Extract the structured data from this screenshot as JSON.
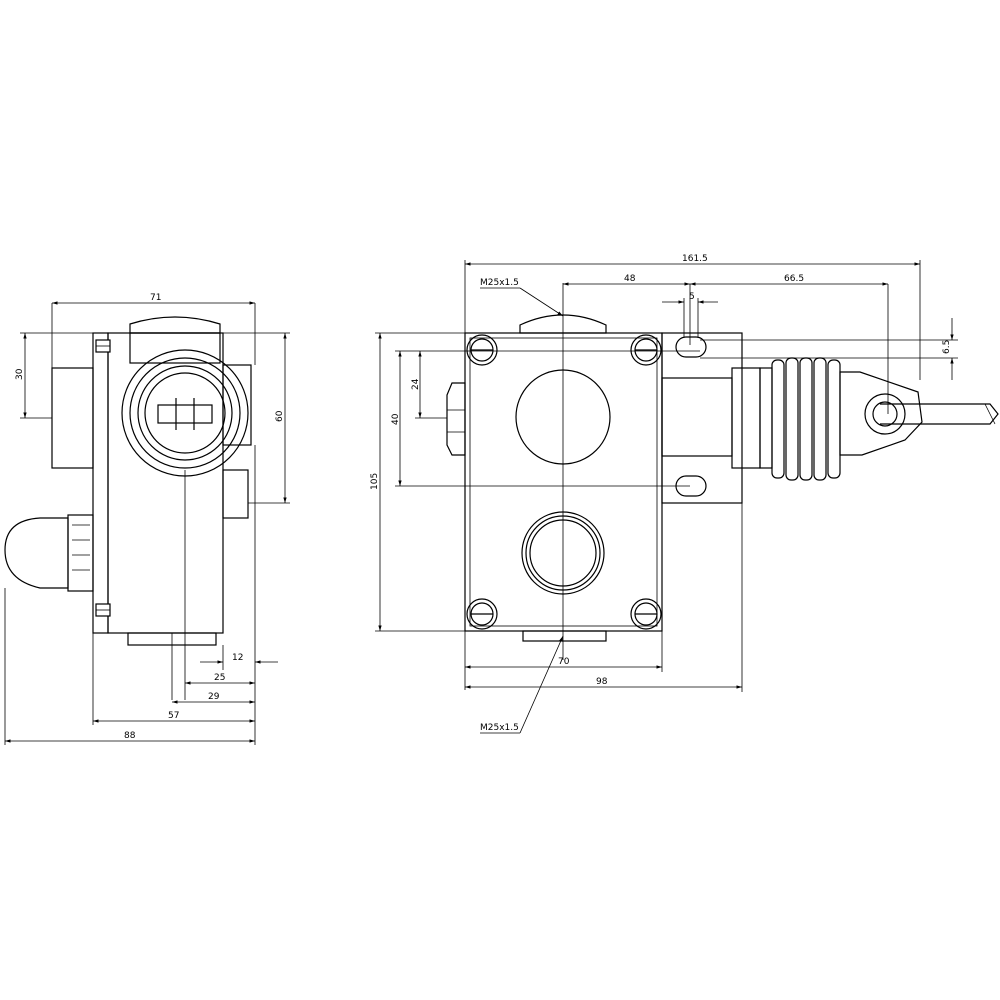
{
  "drawing": {
    "side_view": {
      "dims": {
        "w71": "71",
        "h30": "30",
        "h60": "60",
        "d12": "12",
        "d25": "25",
        "d29": "29",
        "d57": "57",
        "d88": "88"
      }
    },
    "front_view": {
      "dims": {
        "w161_5": "161.5",
        "w48": "48",
        "w66_5": "66.5",
        "w5": "5",
        "h6_5": "6.5",
        "h24": "24",
        "h40": "40",
        "h105": "105",
        "w70": "70",
        "w98": "98"
      },
      "thread_top": "M25x1.5",
      "thread_bottom": "M25x1.5"
    }
  }
}
